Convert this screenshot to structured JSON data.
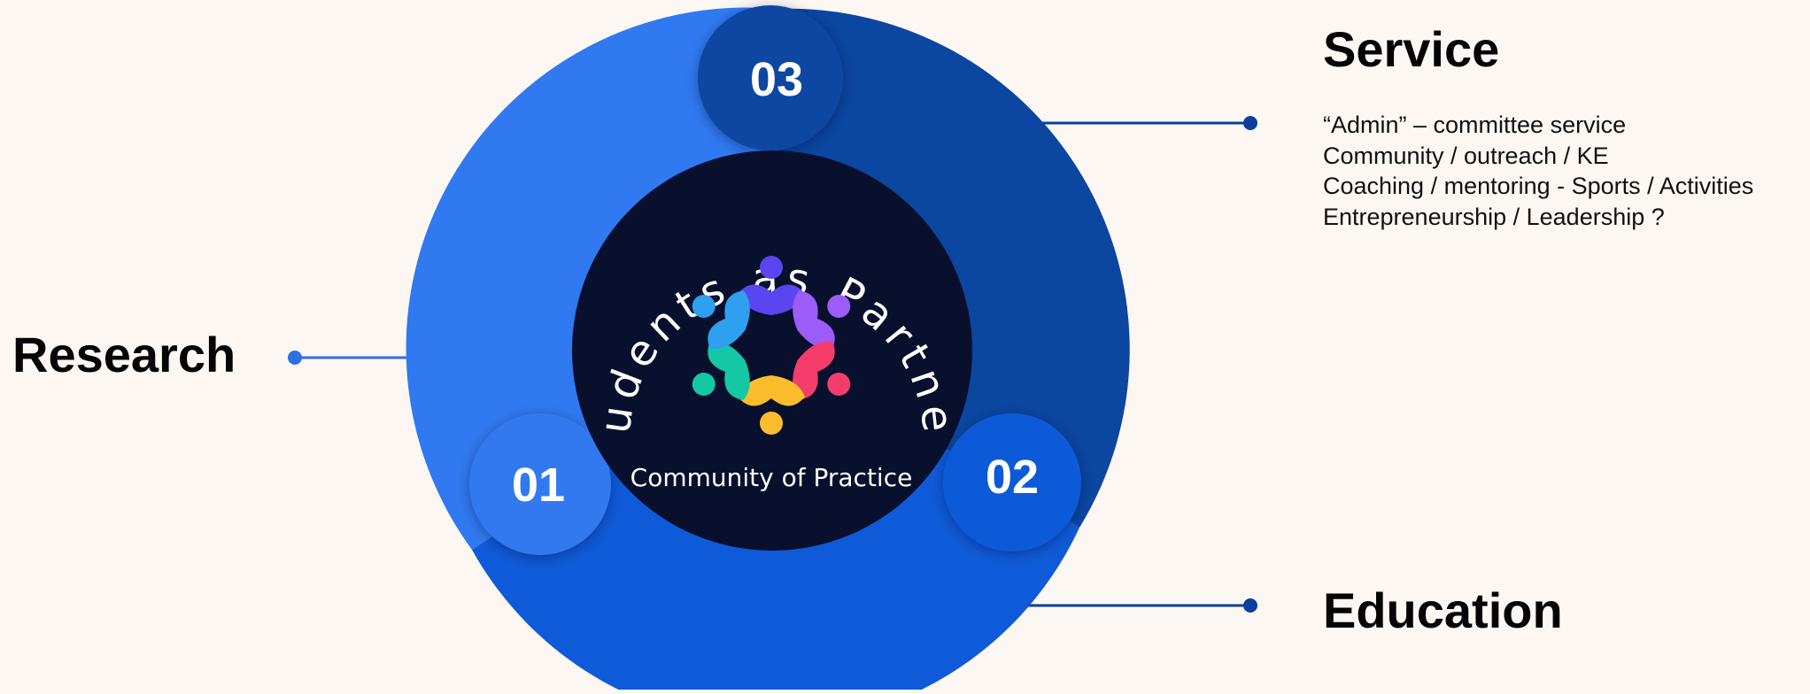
{
  "colors": {
    "background": "#fdf7f3",
    "segment_research": "#3079f0",
    "segment_education": "#0f5ad8",
    "segment_service": "#0b46a1",
    "center_disc": "#08102e",
    "connector_research": "#2f6fe4",
    "connector_right": "#0a3f9c"
  },
  "segments": [
    {
      "number": "01",
      "heading": "Research"
    },
    {
      "number": "02",
      "heading": "Education"
    },
    {
      "number": "03",
      "heading": "Service"
    }
  ],
  "service_items": [
    "“Admin” – committee service",
    "Community / outreach / KE",
    "Coaching / mentoring - Sports / Activities",
    "Entrepreneurship / Leadership ?"
  ],
  "logo": {
    "arc_text": "Students as Partners",
    "subtitle": "Community of Practice",
    "figure_icons": [
      "person-icon",
      "person-icon",
      "person-icon",
      "person-icon",
      "person-icon",
      "person-icon"
    ],
    "figure_colors": [
      "#5b45f0",
      "#9b5cf7",
      "#f43d6b",
      "#fbbd2b",
      "#14c7a5",
      "#2f9ff0"
    ]
  }
}
